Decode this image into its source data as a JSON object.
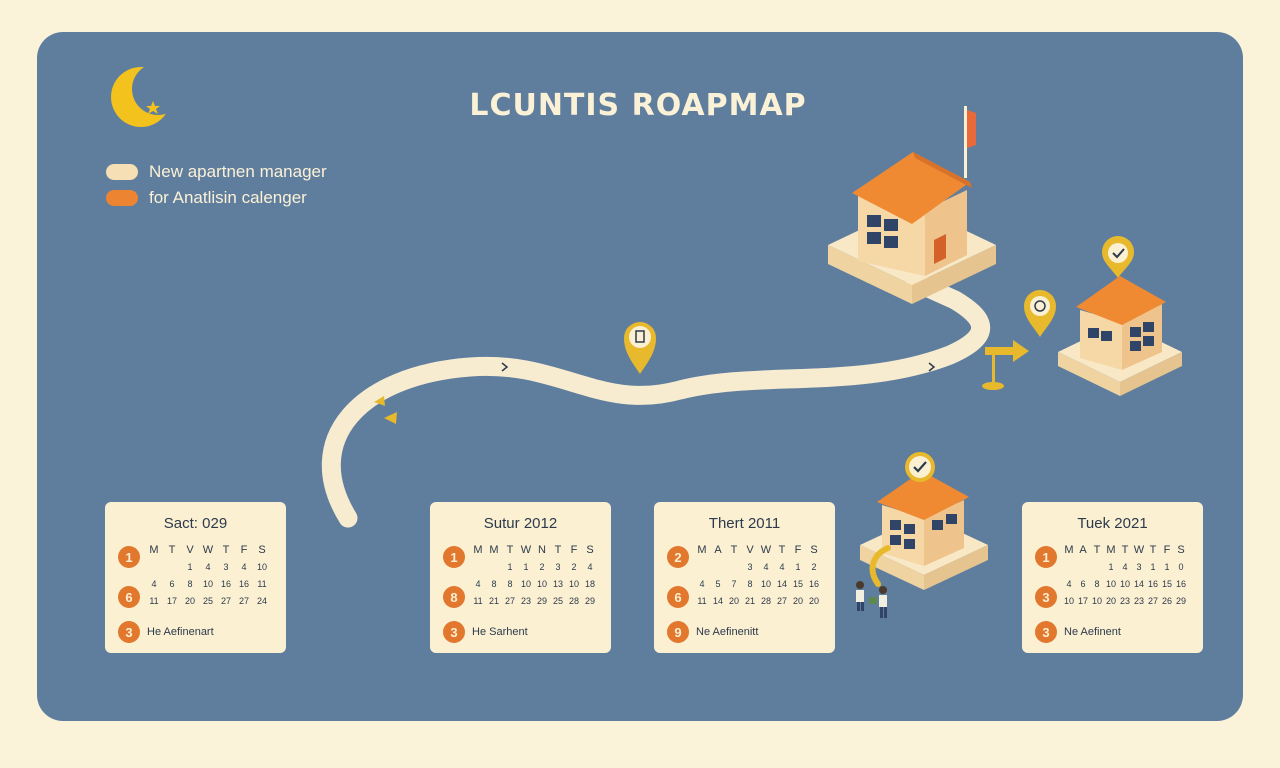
{
  "header": {
    "title": "LCUNTIS ROAPMAP"
  },
  "legend": [
    {
      "label": "New apartnen manager",
      "color": "#f6dfb4"
    },
    {
      "label": "for Anatlisin calenger",
      "color": "#ec8431"
    }
  ],
  "colors": {
    "background": "#fbf3d9",
    "panel": "#5f7e9e",
    "path": "#f8ecd0",
    "roof": "#ef8a32",
    "wall": "#f6d7a6",
    "accent": "#e8b92c",
    "badge": "#e2782e"
  },
  "icons": [
    "moon-icon",
    "star-icon",
    "flag-icon",
    "pin-icon",
    "check-icon",
    "arrow-icon",
    "scale-icon",
    "people-icon",
    "house-icon"
  ],
  "cards": [
    {
      "title": "Sact: 029",
      "days": [
        "M",
        "T",
        "V",
        "W",
        "T",
        "F",
        "S"
      ],
      "week1": [
        "",
        "",
        "1",
        "4",
        "3",
        "4",
        "10"
      ],
      "week2": [
        "4",
        "6",
        "8",
        "10",
        "16",
        "16",
        "11"
      ],
      "week3": [
        "11",
        "17",
        "20",
        "25",
        "27",
        "27",
        "24"
      ],
      "badges": [
        "1",
        "6",
        "3"
      ],
      "note": "He Aefinenart"
    },
    {
      "title": "Sutur 2012",
      "days": [
        "M",
        "M",
        "T",
        "W",
        "N",
        "T",
        "F",
        "S"
      ],
      "week1": [
        "",
        "",
        "1",
        "1",
        "2",
        "3",
        "2",
        "4"
      ],
      "week2": [
        "4",
        "8",
        "8",
        "10",
        "10",
        "13",
        "10",
        "18"
      ],
      "week3": [
        "11",
        "21",
        "27",
        "23",
        "29",
        "25",
        "28",
        "29"
      ],
      "badges": [
        "1",
        "8",
        "3"
      ],
      "note": "He Sarhent"
    },
    {
      "title": "Thert 2011",
      "days": [
        "M",
        "A",
        "T",
        "V",
        "W",
        "T",
        "F",
        "S"
      ],
      "week1": [
        "",
        "",
        "",
        "3",
        "4",
        "4",
        "1",
        "2"
      ],
      "week2": [
        "4",
        "5",
        "7",
        "8",
        "10",
        "14",
        "15",
        "16"
      ],
      "week3": [
        "11",
        "14",
        "20",
        "21",
        "28",
        "27",
        "20",
        "20"
      ],
      "badges": [
        "2",
        "6",
        "9"
      ],
      "note": "Ne Aefinenitt"
    },
    {
      "title": "Tuek 2021",
      "days": [
        "M",
        "A",
        "T",
        "M",
        "T",
        "W",
        "T",
        "F",
        "S"
      ],
      "week1": [
        "",
        "",
        "",
        "1",
        "4",
        "3",
        "1",
        "1",
        "0"
      ],
      "week2": [
        "4",
        "6",
        "8",
        "10",
        "10",
        "14",
        "16",
        "15",
        "16"
      ],
      "week3": [
        "10",
        "17",
        "10",
        "20",
        "23",
        "23",
        "27",
        "26",
        "29"
      ],
      "badges": [
        "1",
        "3",
        "3"
      ],
      "note": "Ne Aefinent"
    }
  ]
}
